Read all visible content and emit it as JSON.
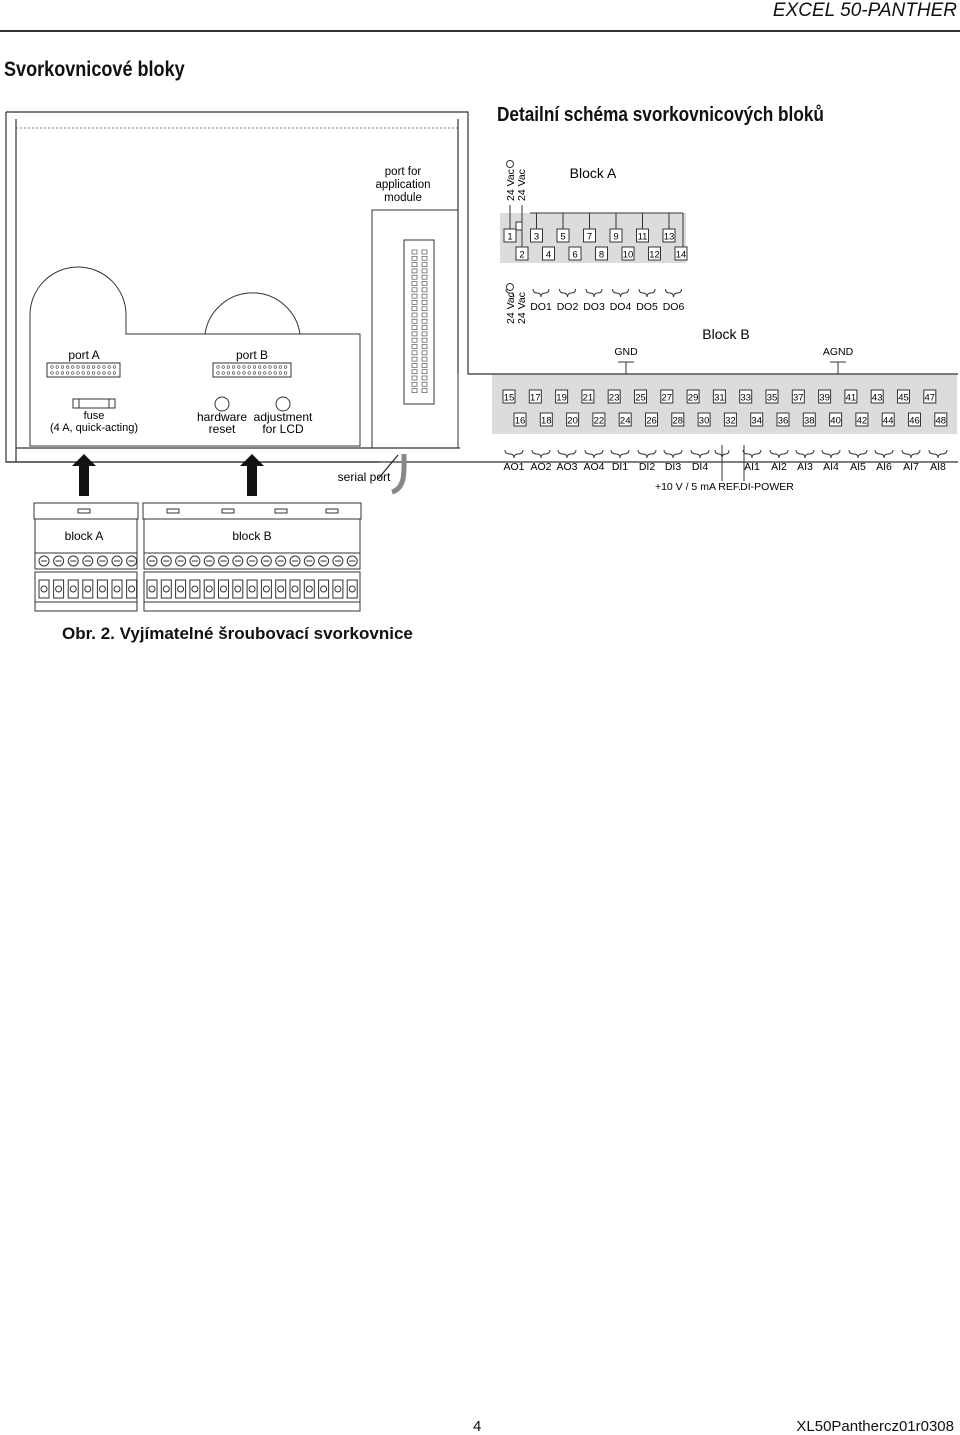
{
  "header": {
    "product": "EXCEL 50-PANTHER"
  },
  "section_title": "Svorkovnicové bloky",
  "diagram_title": "Detailní schéma svorkovnicových bloků",
  "device": {
    "port_for_module": [
      "port for",
      "application",
      "module"
    ],
    "port_a": "port A",
    "port_b": "port B",
    "fuse": [
      "fuse",
      "(4 A, quick-acting)"
    ],
    "hardware_reset": [
      "hardware",
      "reset"
    ],
    "lcd_adjust": [
      "adjustment",
      "for LCD"
    ],
    "serial_port": "serial port"
  },
  "block_a": {
    "title": "Block A",
    "supply_label": "24 Vac",
    "top_row": [
      "1",
      "3",
      "5",
      "7",
      "9",
      "11",
      "13"
    ],
    "bottom_row": [
      "2",
      "4",
      "6",
      "8",
      "10",
      "12",
      "14"
    ],
    "outputs": [
      "DO1",
      "DO2",
      "DO3",
      "DO4",
      "DO5",
      "DO6"
    ]
  },
  "block_b": {
    "title": "Block B",
    "gnd": "GND",
    "agnd": "AGND",
    "top_row": [
      "15",
      "17",
      "19",
      "21",
      "23",
      "25",
      "27",
      "29",
      "31",
      "33",
      "35",
      "37",
      "39",
      "41",
      "43",
      "45",
      "47"
    ],
    "bottom_row": [
      "16",
      "18",
      "20",
      "22",
      "24",
      "26",
      "28",
      "30",
      "32",
      "34",
      "36",
      "38",
      "40",
      "42",
      "44",
      "46",
      "48"
    ],
    "signals": [
      "AO1",
      "AO2",
      "AO3",
      "AO4",
      "DI1",
      "DI2",
      "DI3",
      "DI4",
      "AI1",
      "AI2",
      "AI3",
      "AI4",
      "AI5",
      "AI6",
      "AI7",
      "AI8"
    ],
    "ref_labels": [
      "+10 V / 5 mA REF.",
      "DI-POWER"
    ]
  },
  "plugs": {
    "block_a": "block A",
    "block_b": "block B"
  },
  "caption": "Obr. 2. Vyjímatelné šroubovací svorkovnice",
  "footer": {
    "page": "4",
    "doc_code": "XL50Panthercz01r0308"
  }
}
